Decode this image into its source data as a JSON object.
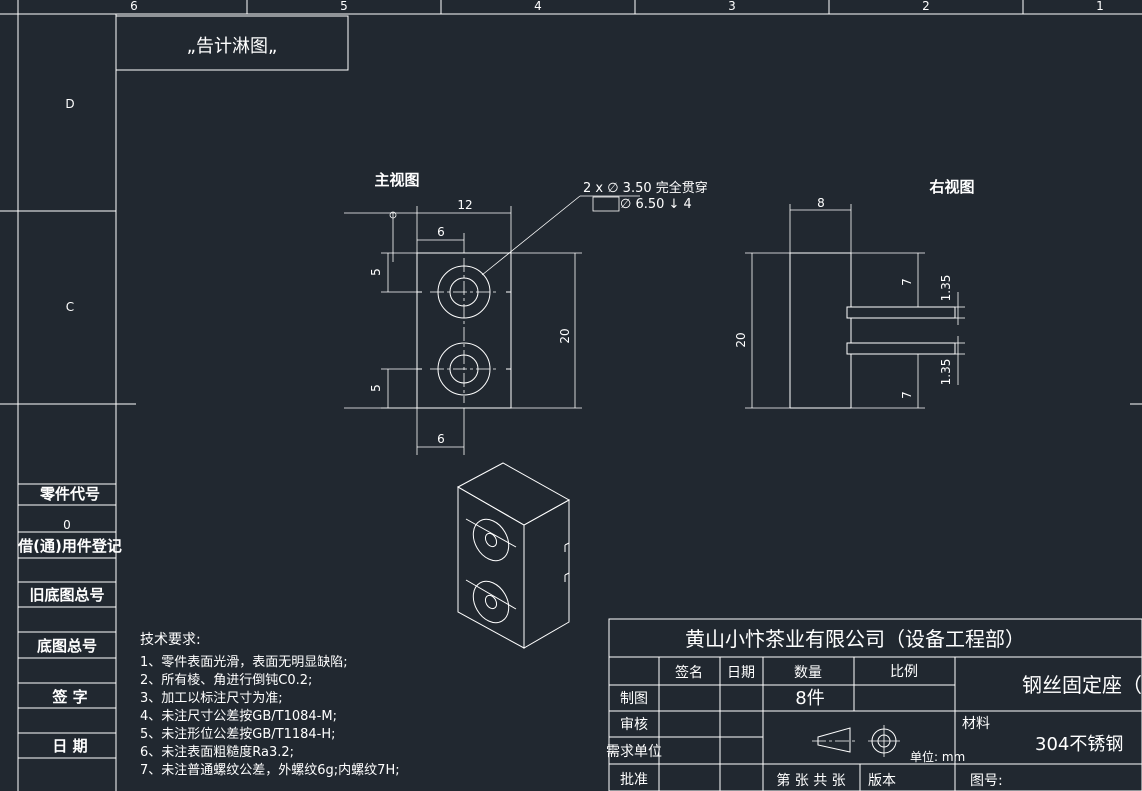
{
  "frame": {
    "zones_top": [
      "6",
      "5",
      "4",
      "3",
      "2",
      "1"
    ],
    "zones_left": [
      "D",
      "C"
    ]
  },
  "stamp_box": {
    "text": "„告计淋图„"
  },
  "left_column": {
    "part_code_label": "零件代号",
    "part_code_value": "0",
    "borrow_label": "借(通)用件登记",
    "old_base_label": "旧底图总号",
    "base_label": "底图总号",
    "sign_label": "签 字",
    "date_label": "日 期"
  },
  "views": {
    "front_title": "主视图",
    "right_title": "右视图",
    "hole_callout_line1": "2 x ∅  3.50 完全贯穿",
    "hole_callout_line2": "∅  6.50 ↓ 4"
  },
  "dimensions": {
    "front_width": "12",
    "front_half_top": "6",
    "front_half_bottom": "6",
    "front_height": "20",
    "front_hole_top": "5",
    "front_hole_bottom": "5",
    "right_width": "8",
    "right_height": "20",
    "right_top": "7",
    "right_bottom": "7",
    "slot_top": "1.35",
    "slot_bottom": "1.35"
  },
  "tech_req": {
    "title": "技术要求:",
    "items": [
      "1、零件表面光滑，表面无明显缺陷;",
      "2、所有棱、角进行倒钝C0.2;",
      "3、加工以标注尺寸为准;",
      "4、未注尺寸公差按GB/T1084-M;",
      "5、未注形位公差按GB/T1184-H;",
      "6、未注表面粗糙度Ra3.2;",
      "7、未注普通螺纹公差，外螺纹6g;内螺纹7H;"
    ]
  },
  "title_block": {
    "company": "黄山小忭茶业有限公司（设备工程部）",
    "col_sign": "签名",
    "col_date": "日期",
    "col_qty": "数量",
    "col_scale": "比例",
    "row_draw": "制图",
    "row_check": "审核",
    "row_dept": "需求单位",
    "row_approve": "批准",
    "qty_value": "8件",
    "part_name": "钢丝固定座（上",
    "material_label": "材料",
    "material_value": "304不锈钢",
    "unit_label": "单位: mm",
    "sheet_info": "第 张  共 张",
    "version_label": "版本",
    "drawing_no_label": "图号:"
  }
}
